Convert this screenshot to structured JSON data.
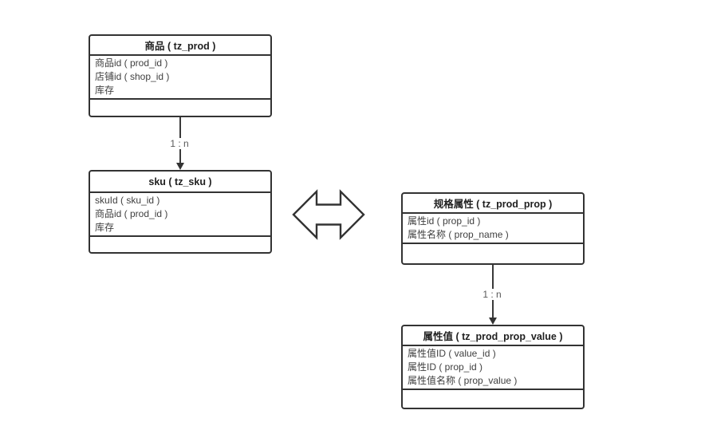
{
  "diagram": {
    "tables": {
      "prod": {
        "title": "商品 ( tz_prod )",
        "fields": [
          "商品id ( prod_id )",
          "店铺id ( shop_id )",
          "库存"
        ]
      },
      "sku": {
        "title": "sku ( tz_sku )",
        "fields": [
          "skuId ( sku_id )",
          "商品id ( prod_id )",
          "库存"
        ]
      },
      "prop": {
        "title": "规格属性 ( tz_prod_prop )",
        "fields": [
          "属性id ( prop_id )",
          "属性名称 ( prop_name )"
        ]
      },
      "prop_value": {
        "title": "属性值 ( tz_prod_prop_value )",
        "fields": [
          "属性值ID ( value_id )",
          "属性ID ( prop_id )",
          "属性值名称 ( prop_value )"
        ]
      }
    },
    "relations": {
      "prod_to_sku": {
        "label": "1 : n"
      },
      "prop_to_value": {
        "label": "1 : n"
      }
    },
    "colors": {
      "border": "#333333",
      "header_text": "#1f1f1f",
      "field_text": "#404040",
      "label_text": "#595959",
      "background": "#ffffff"
    }
  }
}
